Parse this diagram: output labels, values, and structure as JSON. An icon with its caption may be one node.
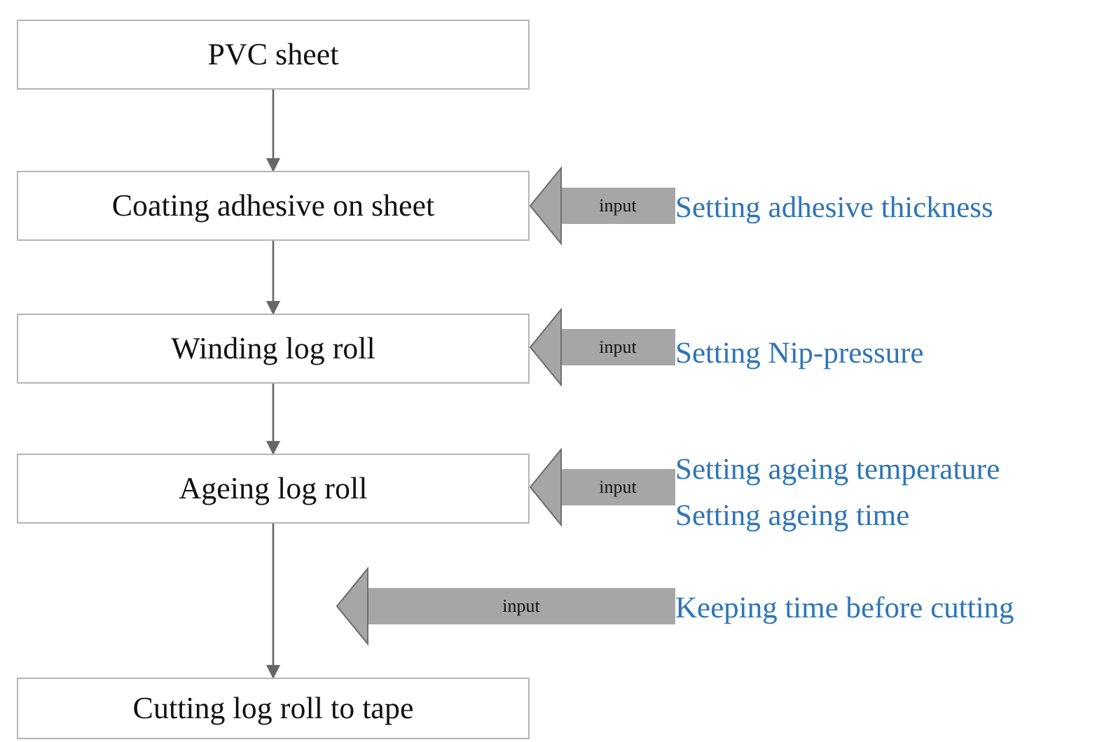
{
  "diagram": {
    "nodes": [
      {
        "text": [
          "PVC sheet"
        ]
      },
      {
        "text": [
          "Coating adhesive on sheet"
        ]
      },
      {
        "text": [
          "Winding log roll"
        ]
      },
      {
        "text": [
          "Ageing log roll"
        ]
      },
      {
        "text": [
          "Cutting log roll to tape"
        ]
      },
      {
        "text": [
          "Setting adhesive thickness"
        ]
      },
      {
        "text": [
          "Setting Nip-pressure"
        ]
      },
      {
        "text": [
          "Setting ageing temperature",
          "Setting ageing time"
        ]
      },
      {
        "text": [
          "Keeping time before cutting"
        ]
      }
    ],
    "edges": [
      {
        "from": 0,
        "to": 1,
        "arrow": "to"
      },
      {
        "from": 1,
        "to": 2,
        "arrow": "to"
      },
      {
        "from": 2,
        "to": 3,
        "arrow": "to"
      },
      {
        "from": 3,
        "to": 4,
        "arrow": "to"
      },
      {
        "from": 5,
        "to": 1,
        "arrow": "to",
        "label": "input",
        "style": "thick",
        "color": "#a6a6a6"
      },
      {
        "from": 6,
        "to": 2,
        "arrow": "to",
        "label": "input",
        "style": "thick",
        "color": "#a6a6a6"
      },
      {
        "from": 7,
        "to": 3,
        "arrow": "to",
        "label": "input",
        "style": "thick",
        "color": "#a6a6a6"
      },
      {
        "from": 8,
        "to": 4,
        "arrow": "to",
        "label": "input",
        "style": "thick",
        "color": "#a6a6a6"
      }
    ]
  }
}
